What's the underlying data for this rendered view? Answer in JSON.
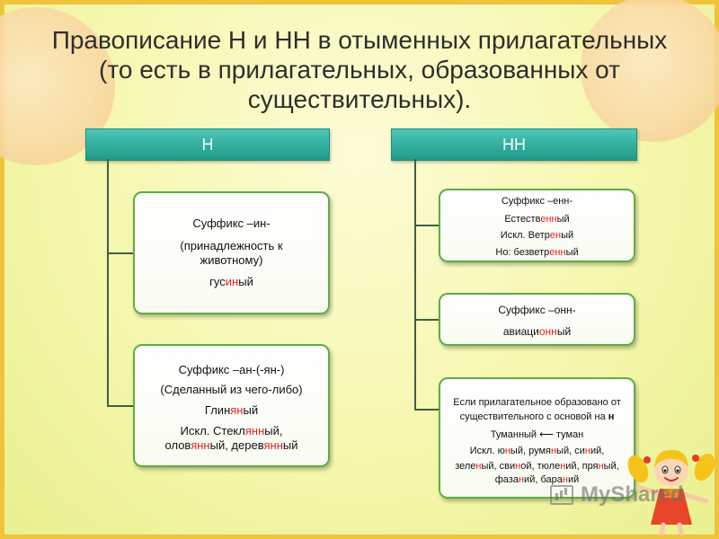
{
  "title": {
    "line1": "Правописание Н и НН в отыменных прилагательных",
    "line2": "(то есть в прилагательных, образованных от",
    "line3": "существительных)."
  },
  "columns": {
    "left": {
      "header": "Н",
      "boxes": [
        {
          "lines": [
            [
              {
                "t": "Суффикс –ин-"
              }
            ],
            [
              {
                "t": "(принадлежность к"
              }
            ],
            [
              {
                "t": "животному)"
              }
            ],
            [
              {
                "t": "гус"
              },
              {
                "t": "ин",
                "red": true
              },
              {
                "t": "ый"
              }
            ]
          ]
        },
        {
          "lines": [
            [
              {
                "t": "Суффикс –ан-(-ян-)"
              }
            ],
            [
              {
                "t": "(Сделанный из чего-либо)"
              }
            ],
            [
              {
                "t": "Глин"
              },
              {
                "t": "ян",
                "red": true
              },
              {
                "t": "ый"
              }
            ],
            [
              {
                "t": "Искл. Стекл"
              },
              {
                "t": "янн",
                "red": true
              },
              {
                "t": "ый,"
              }
            ],
            [
              {
                "t": "олов"
              },
              {
                "t": "янн",
                "red": true
              },
              {
                "t": "ый, дерев"
              },
              {
                "t": "янн",
                "red": true
              },
              {
                "t": "ый"
              }
            ]
          ]
        }
      ]
    },
    "right": {
      "header": "НН",
      "boxes": [
        {
          "lines": [
            [
              {
                "t": "Суффикс –енн-"
              }
            ],
            [
              {
                "t": "Естеств"
              },
              {
                "t": "енн",
                "red": true
              },
              {
                "t": "ый"
              }
            ],
            [
              {
                "t": "Искл. Ветр"
              },
              {
                "t": "ен",
                "red": true
              },
              {
                "t": "ый"
              }
            ],
            [
              {
                "t": "Но: безветр"
              },
              {
                "t": "енн",
                "red": true
              },
              {
                "t": "ый"
              }
            ]
          ]
        },
        {
          "lines": [
            [
              {
                "t": "Суффикс –онн-"
              }
            ],
            [
              {
                "t": "авиаци"
              },
              {
                "t": "онн",
                "red": true
              },
              {
                "t": "ый"
              }
            ]
          ]
        },
        {
          "lines": [
            [
              {
                "t": "Если прилагательное образовано от"
              }
            ],
            [
              {
                "t": "существительного с основой на "
              },
              {
                "t": "н",
                "bold": true
              }
            ],
            [
              {
                "t": "Туманный ⟵ туман"
              }
            ],
            [
              {
                "t": "Искл. ю"
              },
              {
                "t": "н",
                "red": true
              },
              {
                "t": "ый, румя"
              },
              {
                "t": "н",
                "red": true
              },
              {
                "t": "ый, си"
              },
              {
                "t": "н",
                "red": true
              },
              {
                "t": "ий,"
              }
            ],
            [
              {
                "t": "зеле"
              },
              {
                "t": "н",
                "red": true
              },
              {
                "t": "ый, сви"
              },
              {
                "t": "н",
                "red": true
              },
              {
                "t": "ой, тюле"
              },
              {
                "t": "н",
                "red": true
              },
              {
                "t": "ий, пря"
              },
              {
                "t": "н",
                "red": true
              },
              {
                "t": "ый,"
              }
            ],
            [
              {
                "t": "фаза"
              },
              {
                "t": "н",
                "red": true
              },
              {
                "t": "ий, бара"
              },
              {
                "t": "н",
                "red": true
              },
              {
                "t": "ий"
              }
            ]
          ]
        }
      ]
    }
  },
  "watermark": "MyShared",
  "icons": {
    "watermark_icon": "myshared-logo-icon",
    "illustration": "cartoon-girl"
  },
  "colors": {
    "header_teal": "#34b2a2",
    "box_border": "#5cad45",
    "highlight_red": "#e3241e",
    "connector": "#3e5f46",
    "frame": "#f0c33c"
  }
}
